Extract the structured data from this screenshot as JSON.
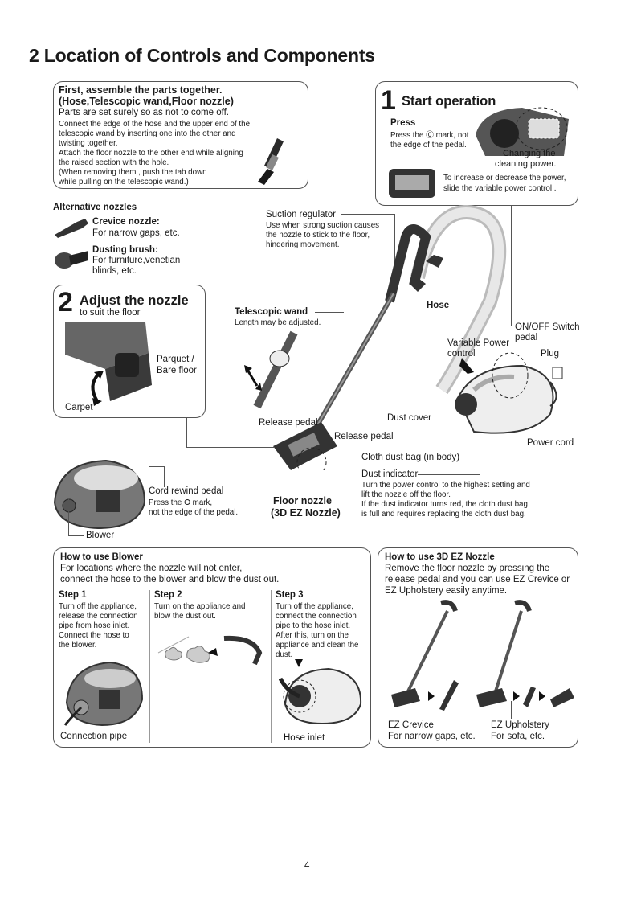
{
  "page_title": "2  Location of Controls and Components",
  "assemble": {
    "heading1": "First, assemble the parts together.",
    "heading2": "(Hose,Telescopic wand,Floor nozzle)",
    "line1": "Parts are set surely so as not to come off.",
    "p1": "Connect the edge of the hose and the upper end of the",
    "p2": "telescopic wand by inserting one into the other and",
    "p3": "twisting together.",
    "p4": "Attach the floor nozzle to the other end while aligning",
    "p5": "the raised section with the hole.",
    "p6": "(When removing them , push the tab down",
    "p7": "while pulling on the telescopic wand.)"
  },
  "start": {
    "number": "1",
    "title": "Start operation",
    "press_label": "Press",
    "press_text1": "Press the ⓪ mark, not",
    "press_text2": "the edge of the pedal.",
    "changing1": "Changing the",
    "changing2": "cleaning power.",
    "slide1": "To increase or decrease the power,",
    "slide2": "slide the variable power control ."
  },
  "alt_nozzles": {
    "title": "Alternative nozzles",
    "crevice_name": "Crevice nozzle:",
    "crevice_desc": "For narrow gaps, etc.",
    "dusting_name": "Dusting brush:",
    "dusting_desc1": "For furniture,venetian",
    "dusting_desc2": "blinds, etc."
  },
  "adjust": {
    "number": "2",
    "title": "Adjust the nozzle",
    "subtitle": "to suit the floor",
    "parquet1": "Parquet /",
    "parquet2": "Bare floor",
    "carpet": "Carpet"
  },
  "suction": {
    "title": "Suction regulator",
    "d1": "Use when strong suction causes",
    "d2": "the nozzle to stick to the floor,",
    "d3": "hindering movement."
  },
  "labels": {
    "telescopic": "Telescopic wand",
    "telescopic_desc": "Length may be adjusted.",
    "hose": "Hose",
    "onoff1": "ON/OFF Switch",
    "onoff2": "pedal",
    "variable1": "Variable Power",
    "variable2": "control",
    "plug": "Plug",
    "release_pedal_1": "Release pedal",
    "release_pedal_2": "Release pedal",
    "dust_cover": "Dust cover",
    "power_cord": "Power cord",
    "cloth_bag": "Cloth dust bag (in body)",
    "dust_indicator": "Dust indicator",
    "di1": "Turn the power control to the highest setting and",
    "di2": "lift the nozzle off the floor.",
    "di3": "If the dust indicator turns red, the cloth dust bag",
    "di4": "is full and requires replacing the cloth dust bag.",
    "cord_rewind": "Cord rewind pedal",
    "cr1": "Press the ⭘ mark,",
    "cr2": "not the edge of the pedal.",
    "floor_nozzle1": "Floor nozzle",
    "floor_nozzle2": "(3D EZ Nozzle)",
    "blower": "Blower"
  },
  "blower_box": {
    "title": "How to use Blower",
    "l1": "For locations where the nozzle will not enter,",
    "l2": "connect the hose to the blower and blow the dust out.",
    "step1_title": "Step 1",
    "s1a": "Turn off the appliance,",
    "s1b": "release the connection",
    "s1c": "pipe from hose inlet.",
    "s1d": "Connect the hose to",
    "s1e": "the blower.",
    "step2_title": "Step 2",
    "s2a": "Turn on the appliance and",
    "s2b": "blow the dust out.",
    "step3_title": "Step 3",
    "s3a": "Turn off the appliance,",
    "s3b": "connect the connection",
    "s3c": "pipe to the hose inlet.",
    "s3d": "After this, turn on the",
    "s3e": "appliance and clean the",
    "s3f": "dust.",
    "connection_pipe": "Connection pipe",
    "hose_inlet": "Hose inlet"
  },
  "ez_box": {
    "title": "How to use 3D EZ Nozzle",
    "l1": "Remove the floor nozzle by pressing the",
    "l2": "release pedal and you can use EZ Crevice or",
    "l3": "EZ Upholstery easily anytime.",
    "crevice": "EZ Crevice",
    "crevice_desc": "For narrow gaps, etc.",
    "upholstery": "EZ Upholstery",
    "upholstery_desc": "For sofa, etc."
  },
  "page_number": "4"
}
